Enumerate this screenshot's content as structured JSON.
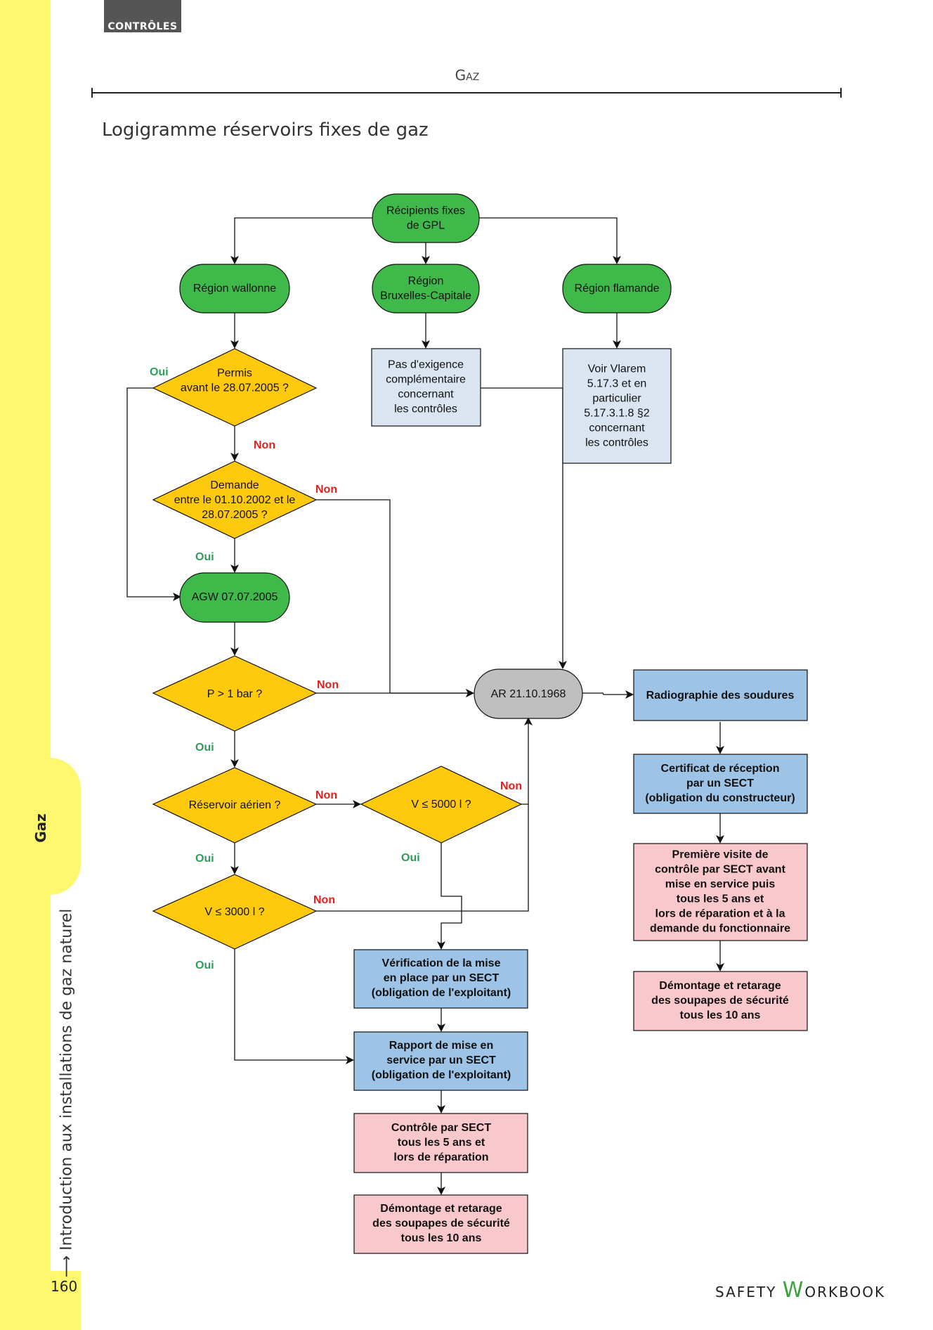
{
  "header": {
    "tab_label": "CONTRÔLES",
    "section": "Gaz",
    "page_title": "Logigramme réservoirs fixes de gaz"
  },
  "sidebar": {
    "chapter": "Gaz",
    "subtitle": "Introduction aux installations de gaz naturel",
    "page_number": "160"
  },
  "footer": {
    "brand_first": "SAFETY ",
    "brand_w": "W",
    "brand_rest": "ORKBOOK"
  },
  "colors": {
    "green": "#3fb94a",
    "yellow": "#ffc90e",
    "blue": "#9dc3e6",
    "pink": "#f8c8cc",
    "gray": "#bfbfbf",
    "oui": "#2e9c5a",
    "non": "#e0201c"
  },
  "flow": {
    "start": [
      "Récipients fixes",
      "de GPL"
    ],
    "wallonia": [
      "Région wallonne"
    ],
    "brussels": [
      "Région",
      "Bruxelles-Capitale"
    ],
    "flanders": [
      "Région flamande"
    ],
    "brussels_note": [
      "Pas d'exigence",
      "complémentaire",
      "concernant",
      "les contrôles"
    ],
    "flanders_note": [
      "Voir Vlarem",
      "5.17.3 et en",
      "particulier",
      "5.17.3.1.8 §2",
      "concernant",
      "les contrôles"
    ],
    "q_permis": [
      "Permis",
      "avant le 28.07.2005 ?"
    ],
    "q_demande": [
      "Demande",
      "entre le 01.10.2002 et le",
      "28.07.2005 ?"
    ],
    "agw": [
      "AGW 07.07.2005"
    ],
    "q_pressure": [
      "P > 1 bar ?"
    ],
    "ar": [
      "AR 21.10.1968"
    ],
    "q_aerial": [
      "Réservoir aérien ?"
    ],
    "q_v5000": [
      "V ≤ 5000 l ?"
    ],
    "q_v3000": [
      "V ≤ 3000 l ?"
    ],
    "verif": [
      "Vérification de la mise",
      "en place par un SECT",
      "(obligation de l'exploitant)"
    ],
    "rapport": [
      "Rapport de mise en",
      "service par un SECT",
      "(obligation de l'exploitant)"
    ],
    "controle": [
      "Contrôle par SECT",
      "tous les 5 ans et",
      "lors de réparation"
    ],
    "demontage_left": [
      "Démontage et retarage",
      "des soupapes de sécurité",
      "tous les 10 ans"
    ],
    "radiographie": [
      "Radiographie des soudures"
    ],
    "certificat": [
      "Certificat de réception",
      "par un SECT",
      "(obligation du constructeur)"
    ],
    "premiere": [
      "Première visite de",
      "contrôle par SECT avant",
      "mise en service puis",
      "tous les 5 ans et",
      "lors de réparation et à la",
      "demande du fonctionnaire"
    ],
    "demontage_right": [
      "Démontage et retarage",
      "des soupapes de sécurité",
      "tous les 10 ans"
    ],
    "oui": "Oui",
    "non": "Non"
  }
}
